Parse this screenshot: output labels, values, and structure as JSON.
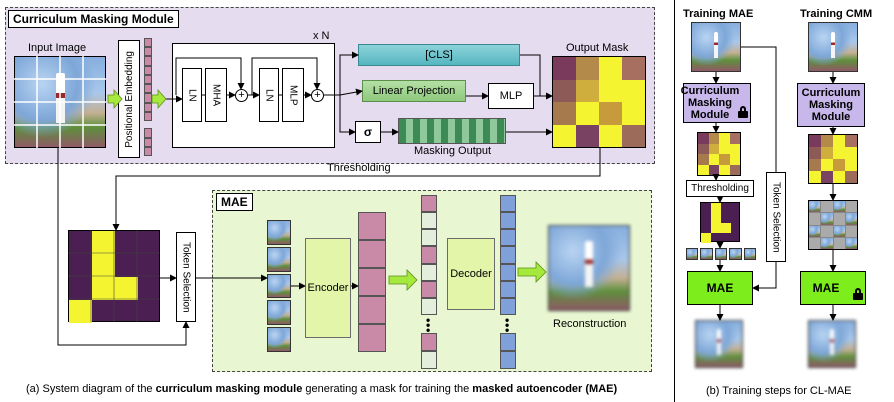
{
  "left": {
    "cmm_title": "Curriculum Masking Module",
    "input_image_label": "Input Image",
    "positional_embedding_label": "Positional Embedding",
    "xn_label": "x N",
    "ln1": "LN",
    "mha": "MHA",
    "ln2": "LN",
    "mlp_block": "MLP",
    "plus": "+",
    "cls_label": "[CLS]",
    "linear_projection_label": "Linear Projection",
    "mlp_label": "MLP",
    "sigma_label": "σ",
    "masking_output_label": "Masking Output",
    "output_mask_label": "Output Mask",
    "thresholding_label": "Thresholding",
    "mae_title": "MAE",
    "token_selection_label": "Token Selection",
    "encoder_label": "Encoder",
    "decoder_label": "Decoder",
    "reconstruction_label": "Reconstruction",
    "caption_prefix": "(a) System diagram of the ",
    "caption_bold1": "curriculum masking module",
    "caption_mid": " generating a mask for training the ",
    "caption_bold2": "masked autoencoder (MAE)"
  },
  "right": {
    "training_mae_title": "Training MAE",
    "training_cmm_title": "Training CMM",
    "cmm_box_label": "Curriculum Masking Module",
    "thresholding_label": "Thresholding",
    "token_selection_label": "Token Selection",
    "mae_label": "MAE",
    "caption": "(b) Training steps for CL-MAE"
  },
  "icons": [
    "lock-icon",
    "plus-icon",
    "sigma-icon",
    "arrow-icon"
  ],
  "colors": {
    "cmm_bg": "#e6dcef",
    "mae_bg": "#e8f7d2",
    "mask_yellow": "#f4f430",
    "mask_purple": "#4b1f52",
    "cls_teal": "#55b6c0",
    "linear_green": "#8ec97c",
    "token_pink": "#c98aa8",
    "token_blue": "#7fa0d8",
    "mae_green": "#7dee1b",
    "cmm_lavender": "#c8b7ea"
  }
}
